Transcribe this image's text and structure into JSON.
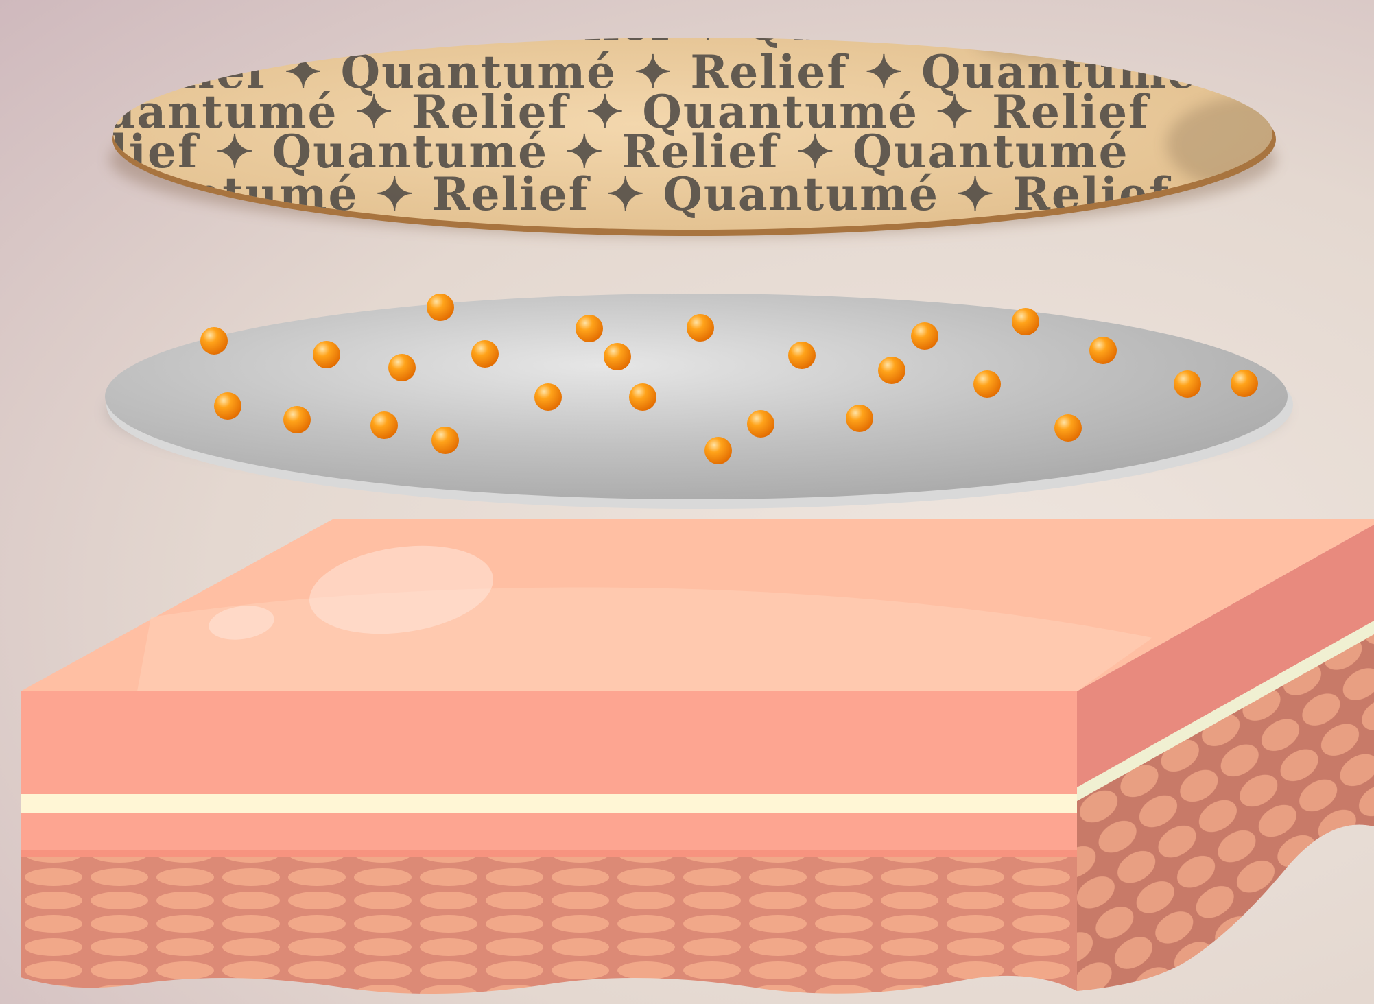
{
  "diagram": {
    "patch_label": {
      "word_one": "Quantumé",
      "word_two": "Relief",
      "separator": "✦"
    },
    "colors": {
      "patch_top": "#e8c99b",
      "patch_edge": "#b07d4b",
      "film": "#c4c4c4",
      "particle": "#ff8c00",
      "skin_top": "#ffc5a8",
      "skin_front": "#fda591",
      "skin_side": "#e88a7e",
      "skin_line": "#fff6d5",
      "cells": "#f1a889",
      "cell_bg": "#dc8a76"
    },
    "particle_count": 26
  }
}
